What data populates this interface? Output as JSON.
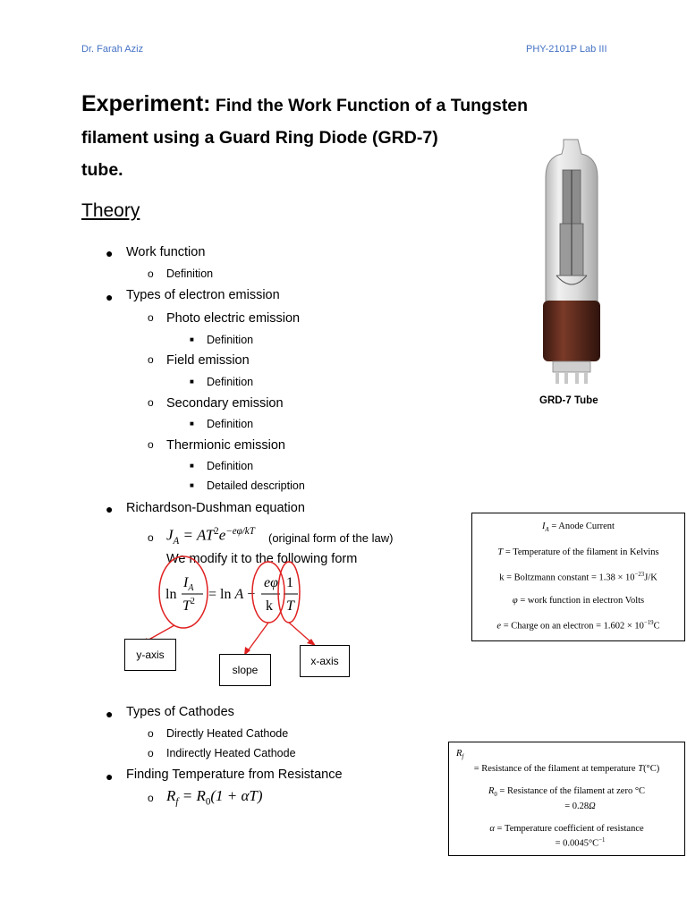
{
  "header": {
    "left": "Dr. Farah Aziz",
    "right": "PHY-2101P Lab III"
  },
  "title": {
    "prefix": "Experiment:",
    "line1": "Find the Work Function of a Tungsten",
    "line2": "filament using a Guard Ring Diode (GRD-7)",
    "line3": "tube."
  },
  "section": "Theory",
  "outline": {
    "work_function": "Work function",
    "definition": "Definition",
    "types_emission": "Types of electron emission",
    "photo": "Photo electric emission",
    "field": "Field emission",
    "secondary": "Secondary emission",
    "thermionic": "Thermionic emission",
    "detailed": "Detailed description",
    "richardson": "Richardson-Dushman equation",
    "original_note": "(original form of the law)",
    "modify_note": "We modify it to the following form",
    "types_cathodes": "Types of Cathodes",
    "direct": "Directly Heated Cathode",
    "indirect": "Indirectly Heated Cathode",
    "finding_temp": "Finding Temperature from Resistance"
  },
  "annotations": {
    "yaxis": "y-axis",
    "slope": "slope",
    "xaxis": "x-axis"
  },
  "tube_caption": "GRD-7 Tube",
  "definitions_box": [
    "I_A = Anode Current",
    "T = Temperature of the filament in Kelvins",
    "k = Boltzmann constant = 1.38 × 10^−23 J/K",
    "φ = work function in electron Volts",
    "e = Charge on an electron = 1.602 × 10^−19 C"
  ],
  "resistance_box": [
    "R_f = Resistance of the filament at temperature T(°C)",
    "R_0 = Resistance of the filament at zero °C = 0.28Ω",
    "α = Temperature coefficient of resistance = 0.0045°C^−1"
  ],
  "colors": {
    "header_blue": "#4472c4",
    "annotation_red": "#e02020",
    "tube_base_brown": "#5a2a1c"
  }
}
